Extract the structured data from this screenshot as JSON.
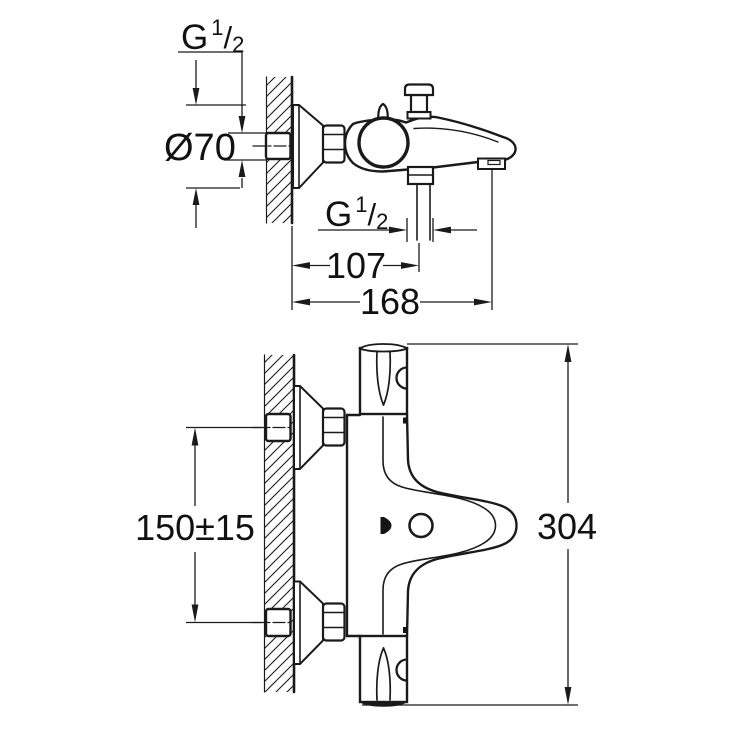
{
  "style": {
    "line_color": "#1a1a1a",
    "text_color": "#111111",
    "background": "#ffffff"
  },
  "side_view": {
    "wall_thread_label": {
      "prefix": "G",
      "numerator": "1",
      "slash": "/",
      "denominator": "2"
    },
    "flange_diameter_label": "Ø70",
    "shower_outlet_thread_label": {
      "prefix": "G",
      "numerator": "1",
      "slash": "/",
      "denominator": "2"
    },
    "wall_to_shower_outlet_mm": "107",
    "wall_to_spout_tip_mm": "168"
  },
  "plan_view": {
    "inlet_spacing_mm": "150±15",
    "overall_width_mm": "304"
  }
}
